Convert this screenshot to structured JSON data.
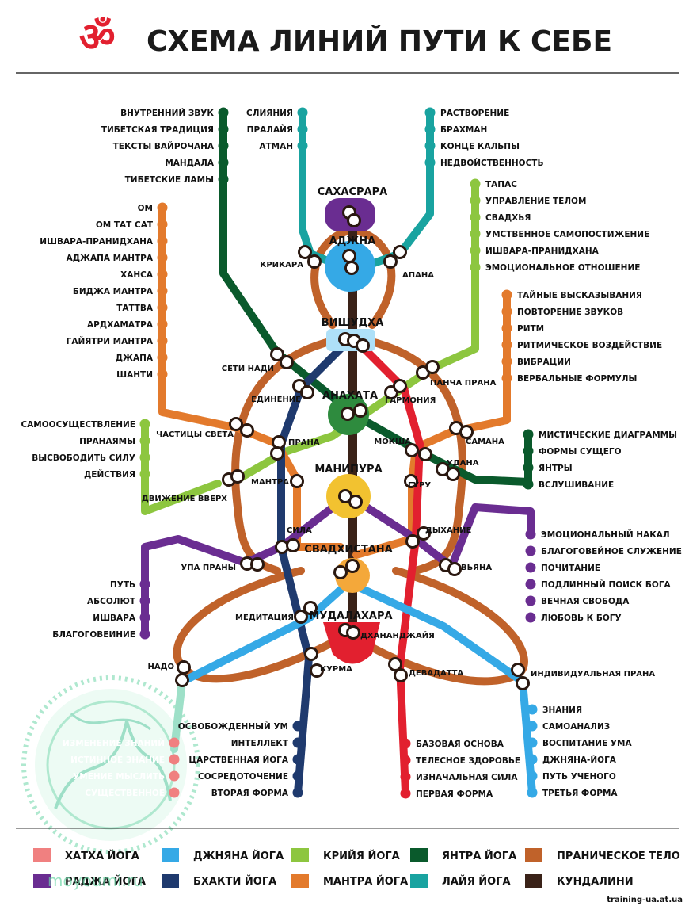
{
  "title": "СХЕМА ЛИНИЙ ПУТИ К СЕБЕ",
  "title_symbol": "ॐ",
  "colors": {
    "hatha": "#f08080",
    "jnana": "#35a9e6",
    "kriya": "#8dc63f",
    "yantra": "#0a5a2c",
    "pranic": "#c0622a",
    "raja": "#6a2d91",
    "bhakti": "#1f3a6e",
    "mantra": "#e37a2c",
    "laya": "#19a3a0",
    "kundalini": "#3a2218",
    "red": "#e2202f",
    "title_red": "#e2202f"
  },
  "chakras": {
    "sahasrara": "САХАСРАРА",
    "ajna": "АДЖНА",
    "vishuddha": "ВИШУДХА",
    "anahata": "АНАХАТА",
    "manipura": "МАНИПУРА",
    "svadhisthana": "СВАДХИСТАНА",
    "muladhara": "МУДАЛАХАРА"
  },
  "stations": {
    "krikara": "КРИКАРА",
    "apana": "АПАНА",
    "seti_nadi": "СЕТИ НАДИ",
    "pancha_prana": "ПАНЧА ПРАНА",
    "edinenie": "ЕДИНЕНИЕ",
    "garmonia": "ГАРМОНИЯ",
    "chastitsy_sveta": "ЧАСТИЦЫ СВЕТА",
    "prana": "ПРАНА",
    "moksha": "МОКША",
    "samana": "САМАНА",
    "udana": "УДАНА",
    "mantra": "МАНТРА",
    "guru": "ГУРУ",
    "dvizhenie_vverh": "ДВИЖЕНИЕ ВВЕРХ",
    "sila": "СИЛА",
    "dyhanie": "ДЫХАНИЕ",
    "upa_prany": "УПА ПРАНЫ",
    "vyana": "ВЬЯНА",
    "meditatsia": "МЕДИТАЦИЯ",
    "dhananjaya": "ДХАНАНДЖАЙЯ",
    "nado": "НАДО",
    "kurma": "КУРМА",
    "devadatta": "ДЕВАДАТТА",
    "individualnaya_prana": "ИНДИВИДУАЛЬНАЯ ПРАНА"
  },
  "terminals": {
    "yantra_top": [
      "ВНУТРЕННИЙ ЗВУК",
      "ТИБЕТСКАЯ ТРАДИЦИЯ",
      "ТЕКСТЫ ВАЙРОЧАНА",
      "МАНДАЛА",
      "ТИБЕТСКИЕ ЛАМЫ"
    ],
    "laya_left": [
      "СЛИЯНИЯ",
      "ПРАЛАЙЯ",
      "АТМАН"
    ],
    "laya_right": [
      "РАСТВОРЕНИЕ",
      "БРАХМАН",
      "КОНЦЕ КАЛЬПЫ",
      "НЕДВОЙСТВЕННОСТЬ"
    ],
    "mantra_left": [
      "ОМ",
      "ОМ ТАТ САТ",
      "ИШВАРА-ПРАНИДХАНА",
      "АДЖАПА МАНТРА",
      "ХАНСА",
      "БИДЖА МАНТРА",
      "ТАТТВА",
      "АРДХАМАТРА",
      "ГАЙЯТРИ МАНТРА",
      "ДЖАПА",
      "ШАНТИ"
    ],
    "kriya_right": [
      "ТАПАС",
      "УПРАВЛЕНИЕ ТЕЛОМ",
      "СВАДХЬЯ",
      "УМСТВЕННОЕ САМОПОСТИЖЕНИЕ",
      "ИШВАРА-ПРАНИДХАНА",
      "ЭМОЦИОНАЛЬНОЕ ОТНОШЕНИЕ"
    ],
    "mantra_right": [
      "ТАЙНЫЕ ВЫСКАЗЫВАНИЯ",
      "ПОВТОРЕНИЕ ЗВУКОВ",
      "РИТМ",
      "РИТМИЧЕСКОЕ ВОЗДЕЙСТВИЕ",
      "ВИБРАЦИИ",
      "ВЕРБАЛЬНЫЕ ФОРМУЛЫ"
    ],
    "kriya_left": [
      "САМООСУЩЕСТВЛЕНИЕ",
      "ПРАНАЯМЫ",
      "ВЫСВОБОДИТЬ СИЛУ",
      "ДЕЙСТВИЯ"
    ],
    "yantra_right": [
      "МИСТИЧЕСКИЕ ДИАГРАММЫ",
      "ФОРМЫ СУЩЕГО",
      "ЯНТРЫ",
      "ВСЛУШИВАНИЕ"
    ],
    "raja_right": [
      "ЭМОЦИОНАЛЬНЫЙ НАКАЛ",
      "БЛАГОГОВЕЙНОЕ СЛУЖЕНИЕ",
      "ПОЧИТАНИЕ",
      "ПОДЛИННЫЙ ПОИСК БОГА",
      "ВЕЧНАЯ СВОБОДА",
      "ЛЮБОВЬ К БОГУ"
    ],
    "raja_left": [
      "ПУТЬ",
      "АБСОЛЮТ",
      "ИШВАРА",
      "БЛАГОГОВЕИНИЕ"
    ],
    "bhakti_bottom": [
      "ОСВОБОЖДЕННЫЙ УМ",
      "ИНТЕЛЛЕКТ",
      "ЦАРСТВЕННАЯ ЙОГА",
      "СОСРЕДОТОЧЕНИЕ",
      "ВТОРАЯ ФОРМА"
    ],
    "red_bottom": [
      "БАЗОВАЯ ОСНОВА",
      "ТЕЛЕСНОЕ ЗДОРОВЬЕ",
      "ИЗНАЧАЛЬНАЯ СИЛА",
      "ПЕРВАЯ ФОРМА"
    ],
    "jnana_bottom": [
      "ЗНАНИЯ",
      "САМОАНАЛИЗ",
      "ВОСПИТАНИЕ УМА",
      "ДЖНЯНА-ЙОГА",
      "ПУТЬ УЧЕНОГО",
      "ТРЕТЬЯ ФОРМА"
    ],
    "hatha_bottom": [
      "ИЗМЕНЕНИЕ ЗНАНИЙ",
      "ИСТИННОЕ ЗНАНИЕ",
      "УМЕНИЕ МЫСЛИТЬ",
      "СУЩЕСТВЕННОЕ"
    ]
  },
  "legend": [
    {
      "label": "ХАТХА ЙОГА",
      "color_key": "hatha"
    },
    {
      "label": "ДЖНЯНА ЙОГА",
      "color_key": "jnana"
    },
    {
      "label": "КРИЙЯ ЙОГА",
      "color_key": "kriya"
    },
    {
      "label": "ЯНТРА ЙОГА",
      "color_key": "yantra"
    },
    {
      "label": "ПРАНИЧЕСКОЕ ТЕЛО",
      "color_key": "pranic"
    },
    {
      "label": "РАДЖА ЙОГА",
      "color_key": "raja"
    },
    {
      "label": "БХАКТИ ЙОГА",
      "color_key": "bhakti"
    },
    {
      "label": "МАНТРА ЙОГА",
      "color_key": "mantra"
    },
    {
      "label": "ЛАЙЯ ЙОГА",
      "color_key": "laya"
    },
    {
      "label": "КУНДАЛИНИ",
      "color_key": "kundalini"
    }
  ],
  "watermark_left": "moyoumi.ru",
  "watermark_right": "training-ua.at.ua"
}
